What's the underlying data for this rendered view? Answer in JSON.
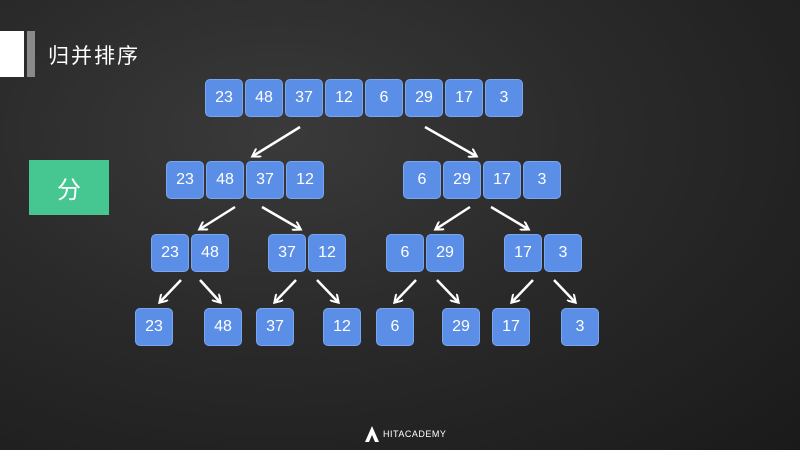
{
  "header": {
    "title": "归并排序"
  },
  "phase": {
    "label": "分"
  },
  "tree": {
    "level0": [
      [
        "23",
        "48",
        "37",
        "12",
        "6",
        "29",
        "17",
        "3"
      ]
    ],
    "level1": [
      [
        "23",
        "48",
        "37",
        "12"
      ],
      [
        "6",
        "29",
        "17",
        "3"
      ]
    ],
    "level2": [
      [
        "23",
        "48"
      ],
      [
        "37",
        "12"
      ],
      [
        "6",
        "29"
      ],
      [
        "17",
        "3"
      ]
    ],
    "level3": [
      "23",
      "48",
      "37",
      "12",
      "6",
      "29",
      "17",
      "3"
    ]
  },
  "footer": {
    "logo_text": "HITACADEMY",
    "logo_icon": "logo-icon"
  },
  "colors": {
    "cell": "#5b8ee6",
    "badge": "#46c690",
    "arrow": "#ffffff"
  }
}
